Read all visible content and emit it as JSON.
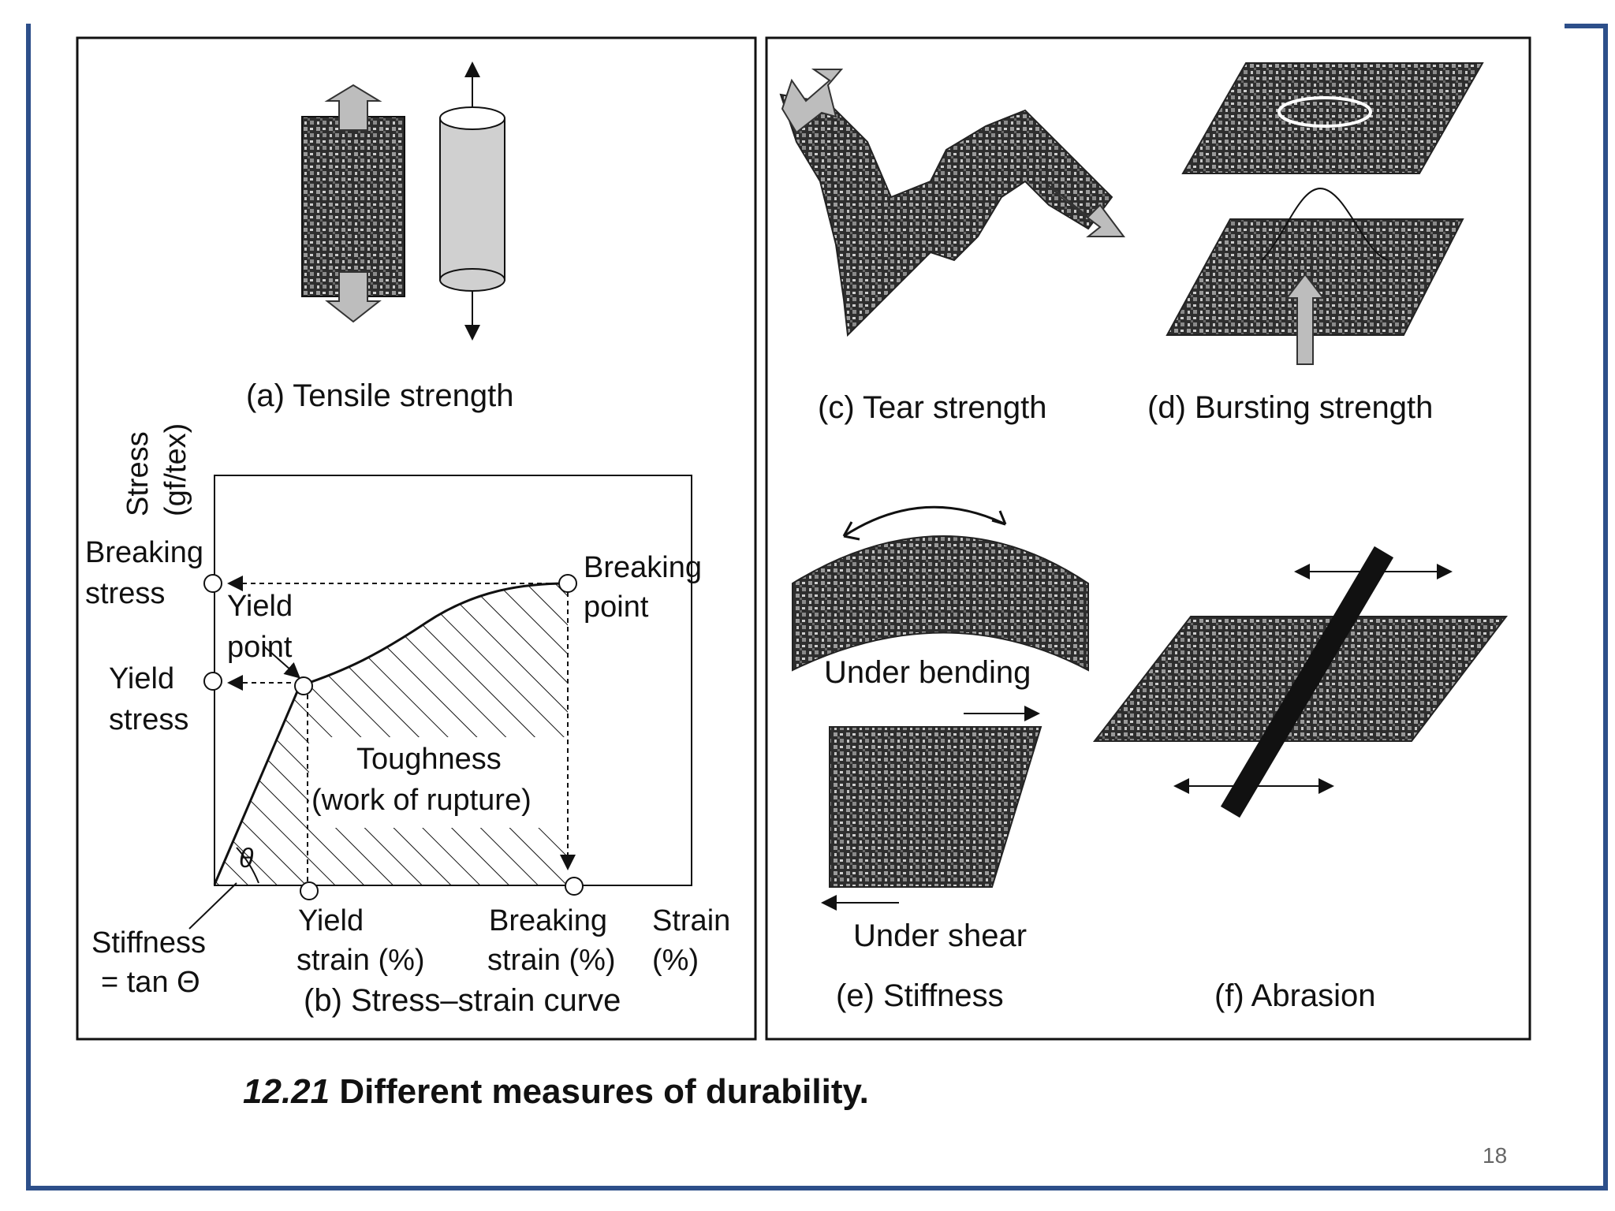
{
  "panels": {
    "a": {
      "label": "(a) Tensile strength"
    },
    "b": {
      "label": "(b) Stress–strain curve",
      "y_axis": [
        "Stress",
        "(gf/tex)"
      ],
      "x_axis": [
        "Strain",
        "(%)"
      ],
      "breaking_stress": [
        "Breaking",
        "stress"
      ],
      "yield_stress": [
        "Yield",
        "stress"
      ],
      "yield_point": [
        "Yield",
        "point"
      ],
      "breaking_point": [
        "Breaking",
        "point"
      ],
      "toughness": [
        "Toughness",
        "(work of rupture)"
      ],
      "theta": "θ",
      "stiffness": [
        "Stiffness",
        "= tan Θ"
      ],
      "yield_strain": [
        "Yield",
        "strain (%)"
      ],
      "breaking_strain": [
        "Breaking",
        "strain (%)"
      ]
    },
    "c": {
      "label": "(c) Tear strength"
    },
    "d": {
      "label": "(d) Bursting strength"
    },
    "e": {
      "label": "(e) Stiffness",
      "bending": "Under bending",
      "shear": "Under shear"
    },
    "f": {
      "label": "(f) Abrasion"
    }
  },
  "caption": {
    "number": "12.21",
    "text": "Different measures of durability."
  },
  "slide_number": "18",
  "colors": {
    "frame": "#2d4f8a",
    "fabric": "#3a3a3a",
    "arrow_fill": "#bdbdbd"
  }
}
